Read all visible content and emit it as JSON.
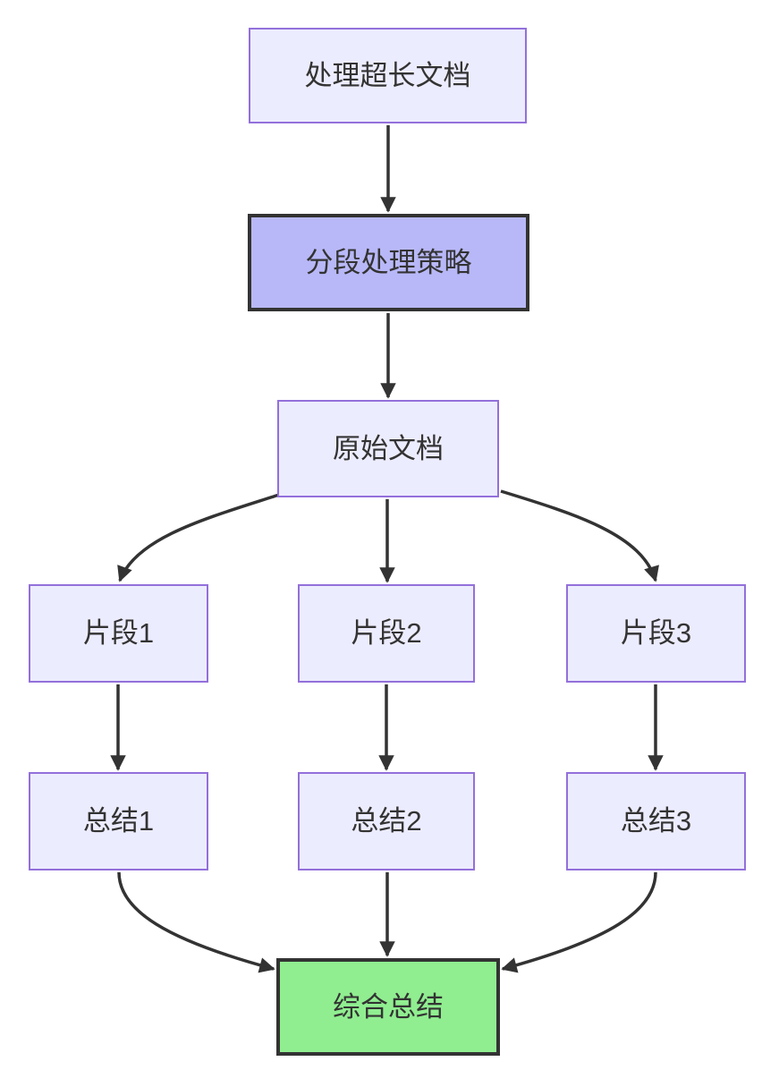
{
  "diagram": {
    "type": "flowchart",
    "direction": "top-down",
    "nodes": [
      {
        "id": "A",
        "label": "处理超长文档",
        "style": "default"
      },
      {
        "id": "B",
        "label": "分段处理策略",
        "style": "highlight"
      },
      {
        "id": "C",
        "label": "原始文档",
        "style": "default"
      },
      {
        "id": "D1",
        "label": "片段1",
        "style": "default"
      },
      {
        "id": "D2",
        "label": "片段2",
        "style": "default"
      },
      {
        "id": "D3",
        "label": "片段3",
        "style": "default"
      },
      {
        "id": "E1",
        "label": "总结1",
        "style": "default"
      },
      {
        "id": "E2",
        "label": "总结2",
        "style": "default"
      },
      {
        "id": "E3",
        "label": "总结3",
        "style": "default"
      },
      {
        "id": "F",
        "label": "综合总结",
        "style": "success"
      }
    ],
    "edges": [
      {
        "from": "A",
        "to": "B"
      },
      {
        "from": "B",
        "to": "C"
      },
      {
        "from": "C",
        "to": "D1"
      },
      {
        "from": "C",
        "to": "D2"
      },
      {
        "from": "C",
        "to": "D3"
      },
      {
        "from": "D1",
        "to": "E1"
      },
      {
        "from": "D2",
        "to": "E2"
      },
      {
        "from": "D3",
        "to": "E3"
      },
      {
        "from": "E1",
        "to": "F"
      },
      {
        "from": "E2",
        "to": "F"
      },
      {
        "from": "E3",
        "to": "F"
      }
    ],
    "colors": {
      "background": "#FFFFFF",
      "node_fill": "#ECECFF",
      "node_border": "#9370DB",
      "highlight_fill": "#B8B8F8",
      "highlight_border": "#333333",
      "success_fill": "#90EE90",
      "success_border": "#333333",
      "edge": "#333333",
      "text": "#333333"
    }
  }
}
